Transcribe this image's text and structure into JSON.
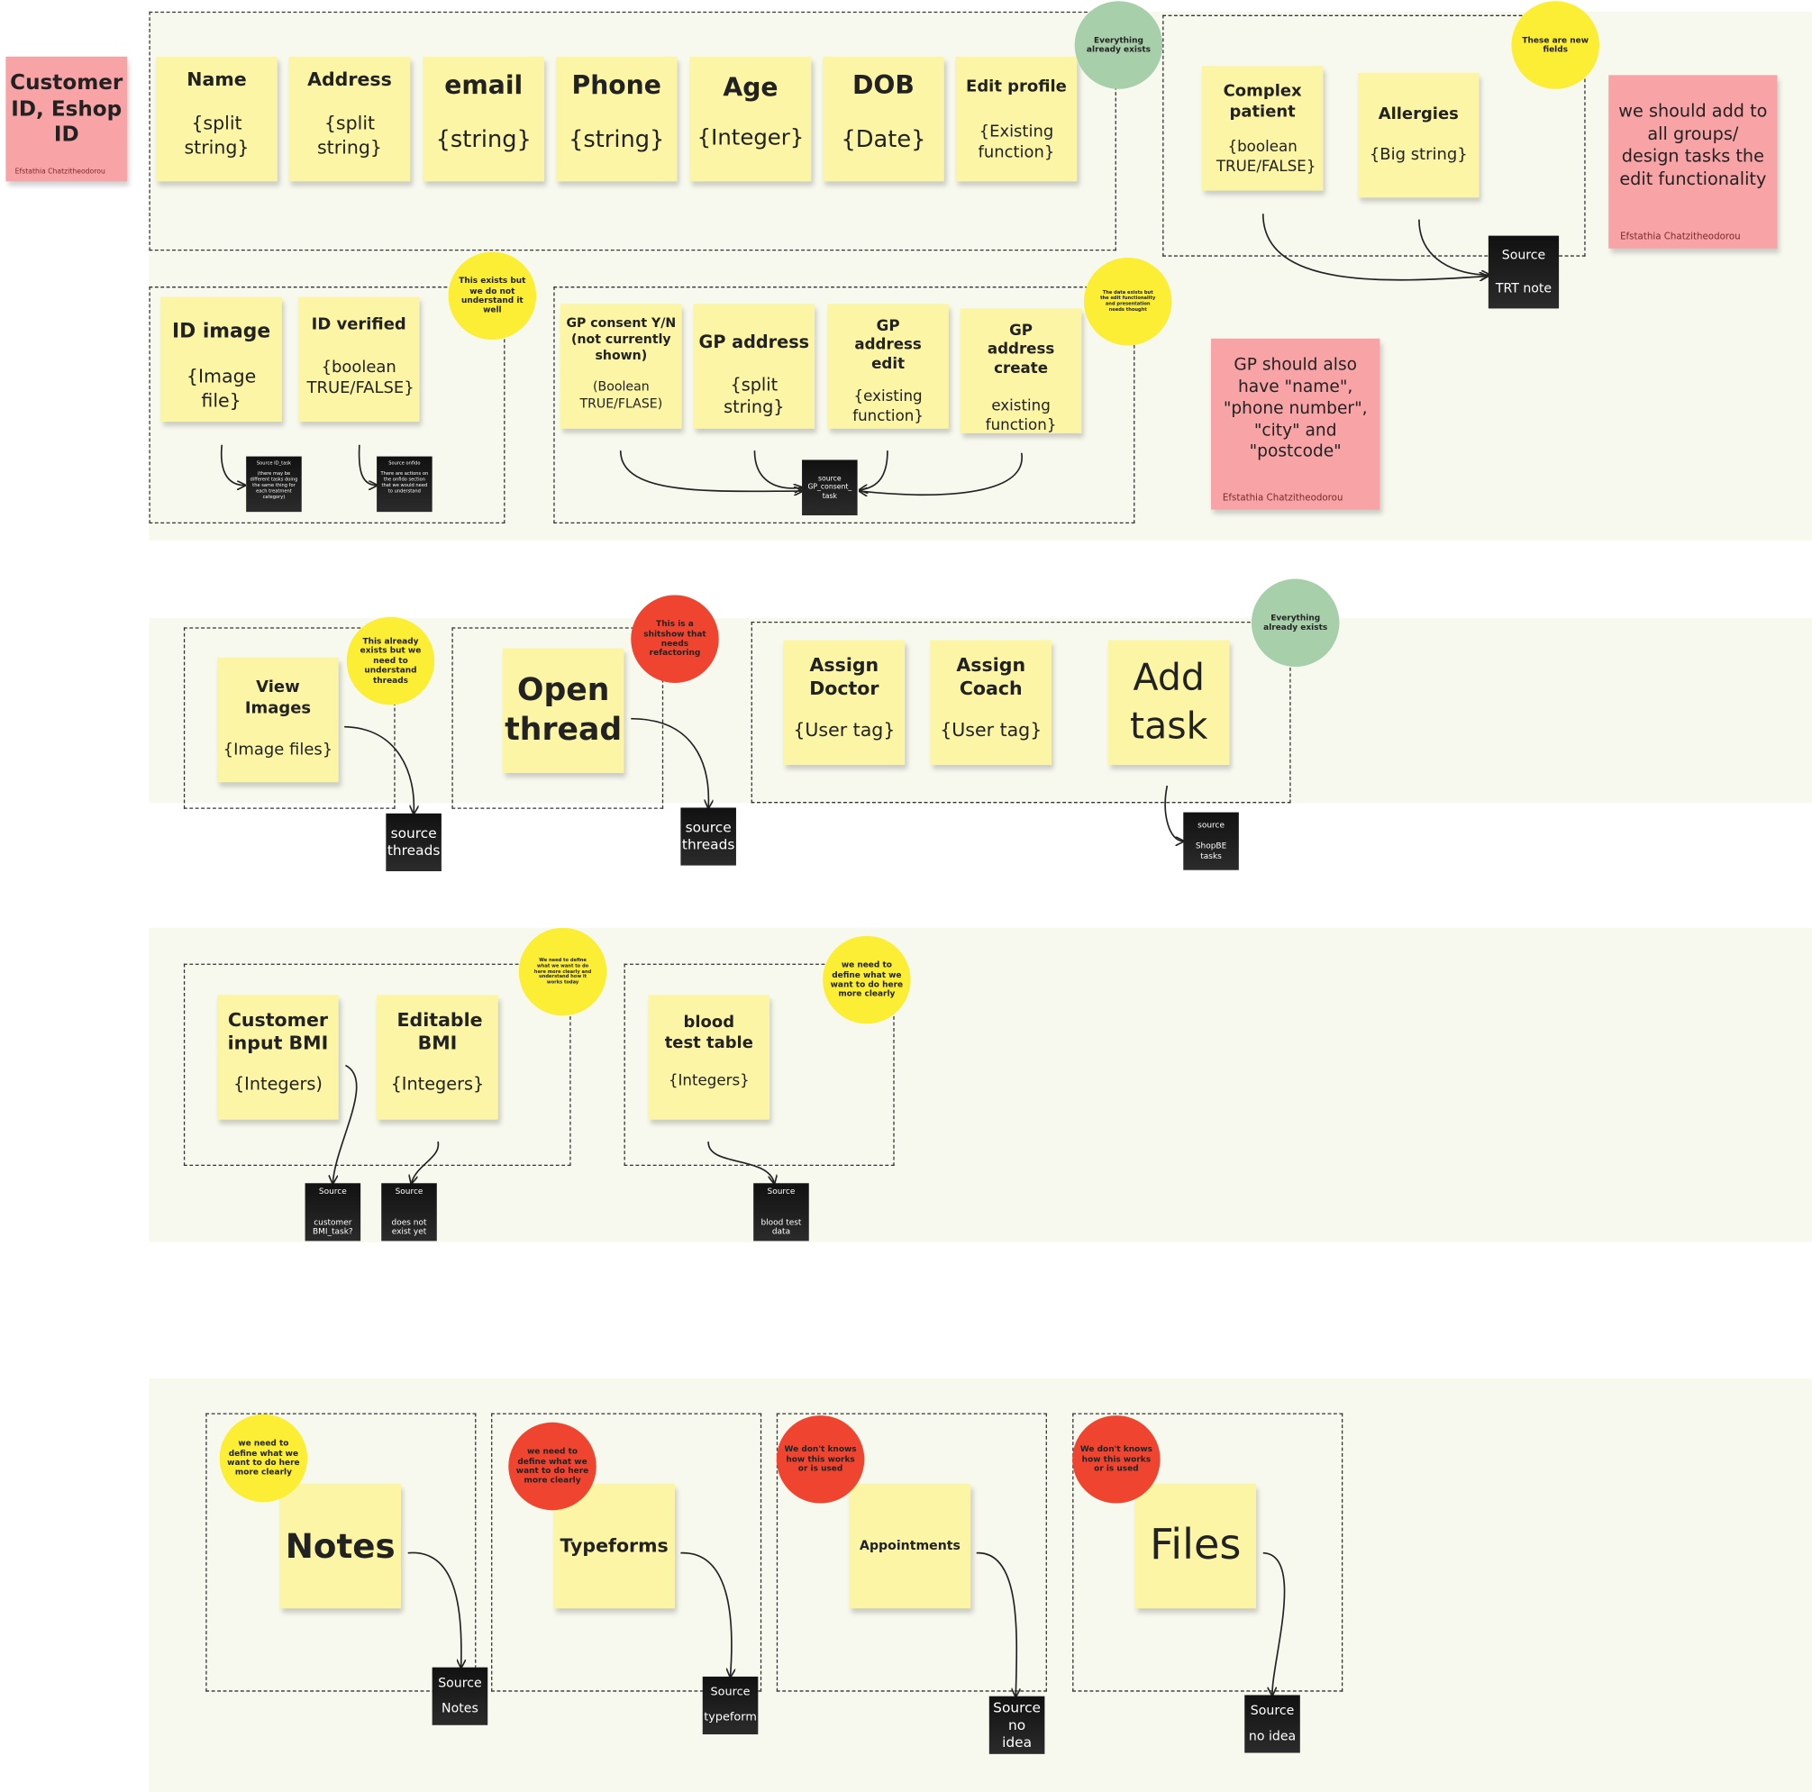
{
  "bands": [
    "row-1",
    "row-2",
    "row-3",
    "row-4"
  ],
  "notes": {
    "customer_id": {
      "title": "Customer ID, Eshop ID",
      "author": "Efstathia Chatzitheodorou"
    },
    "name": {
      "title": "Name",
      "sub": "{split string}"
    },
    "address": {
      "title": "Address",
      "sub": "{split string}"
    },
    "email": {
      "title": "email",
      "sub": "{string}"
    },
    "phone": {
      "title": "Phone",
      "sub": "{string}"
    },
    "age": {
      "title": "Age",
      "sub": "{Integer}"
    },
    "dob": {
      "title": "DOB",
      "sub": "{Date}"
    },
    "edit_profile": {
      "title": "Edit profile",
      "sub": "{Existing function}"
    },
    "complex_patient": {
      "title": "Complex patient",
      "sub": "{boolean TRUE/FALSE}"
    },
    "allergies": {
      "title": "Allergies",
      "sub": "{Big string}"
    },
    "edit_comment": {
      "text": "we should add to all groups/ design tasks the edit functionality",
      "author": "Efstathia Chatzitheodorou"
    },
    "id_image": {
      "title": "ID image",
      "sub": "{Image file}"
    },
    "id_verified": {
      "title": "ID verified",
      "sub": "{boolean TRUE/FALSE}"
    },
    "gp_consent": {
      "title": "GP consent Y/N (not currently shown)",
      "sub": "(Boolean TRUE/FLASE)"
    },
    "gp_address": {
      "title": "GP address",
      "sub": "{split string}"
    },
    "gp_address_edit": {
      "title": "GP address edit",
      "sub": "{existing function}"
    },
    "gp_address_create": {
      "title": "GP address create",
      "sub": "existing function}"
    },
    "gp_comment": {
      "text": "GP should also have \"name\", \"phone number\", \"city\" and \"postcode\"",
      "author": "Efstathia Chatzitheodorou"
    },
    "view_images": {
      "title": "View Images",
      "sub": "{Image files}"
    },
    "open_thread": {
      "title": "Open thread"
    },
    "assign_doctor": {
      "title": "Assign Doctor",
      "sub": "{User tag}"
    },
    "assign_coach": {
      "title": "Assign Coach",
      "sub": "{User tag}"
    },
    "add_task": {
      "title": "Add task"
    },
    "customer_bmi": {
      "title": "Customer input BMI",
      "sub": "{Integers)"
    },
    "editable_bmi": {
      "title": "Editable BMI",
      "sub": "{Integers}"
    },
    "blood_test": {
      "title": "blood test table",
      "sub": "{Integers}"
    },
    "notes": {
      "title": "Notes"
    },
    "typeforms": {
      "title": "Typeforms"
    },
    "appointments": {
      "title": "Appointments"
    },
    "files": {
      "title": "Files"
    }
  },
  "circles": {
    "everything_exists_1": {
      "text": "Everything already exists",
      "color": "#a6cfaa"
    },
    "new_fields": {
      "text": "These are new fields",
      "color": "#fbee34"
    },
    "id_not_understood": {
      "text": "This exists but we do not understand it well",
      "color": "#fbee34"
    },
    "gp_data_exists": {
      "text": "The data exists but the edit functionality and presentation needs thought",
      "color": "#fbee34"
    },
    "view_images_threads": {
      "text": "This already exists but we need to understand threads",
      "color": "#fbee34"
    },
    "shitshow": {
      "text": "This is a shitshow that needs refactoring",
      "color": "#ef4530"
    },
    "everything_exists_2": {
      "text": "Everything already exists",
      "color": "#a6cfaa"
    },
    "bmi_define": {
      "text": "We need to define what we want to do here more clearly and understand how it works today",
      "color": "#fbee34"
    },
    "blood_define": {
      "text": "we need to define what we want to do here more clearly",
      "color": "#fbee34"
    },
    "notes_define": {
      "text": "we need to define what we want to do here more clearly",
      "color": "#fbee34"
    },
    "typeforms_define": {
      "text": "we need to define what we want to do here more clearly",
      "color": "#ef4530"
    },
    "appointments_unknown": {
      "text": "We don't knows how this works or is used",
      "color": "#ef4530"
    },
    "files_unknown": {
      "text": "We don't knows how this works or is used",
      "color": "#ef4530"
    }
  },
  "sources": {
    "trt_note": {
      "l1": "Source",
      "l2": "TRT note"
    },
    "id_task": {
      "l1": "Source ID_task",
      "l2": "(there may be different tasks doing the same thing for each treatment category)"
    },
    "onfido": {
      "l1": "Source onfido",
      "l2": "There are actions on the onfido section that we would need to understand"
    },
    "gp_consent_task": {
      "l1": "source",
      "l2": "GP_consent_ task"
    },
    "threads_1": {
      "l1": "source",
      "l2": "threads"
    },
    "threads_2": {
      "l1": "source",
      "l2": "threads"
    },
    "shopbe_tasks": {
      "l1": "source",
      "l2": "ShopBE tasks"
    },
    "customer_bmi_task": {
      "l1": "Source",
      "l2": "customer BMI_task?"
    },
    "not_exist": {
      "l1": "Source",
      "l2": "does not exist yet"
    },
    "blood_test_data": {
      "l1": "Source",
      "l2": "blood test data"
    },
    "src_notes": {
      "l1": "Source",
      "l2": "Notes"
    },
    "src_typeform": {
      "l1": "Source",
      "l2": "typeform"
    },
    "src_no_idea_1": {
      "l1": "Source",
      "l2": "no idea"
    },
    "src_no_idea_2": {
      "l1": "Source",
      "l2": "no idea"
    }
  },
  "colors": {
    "sticky": "#fbf5a5",
    "pink": "#f8a3a6",
    "green": "#a6cfaa",
    "yellow": "#fbee34",
    "red": "#ef4530",
    "band": "#f7f8ee"
  }
}
